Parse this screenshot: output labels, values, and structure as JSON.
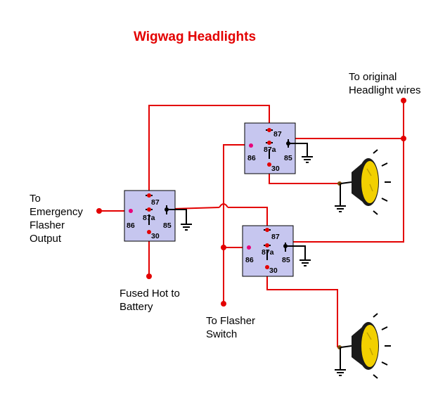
{
  "title": "Wigwag Headlights",
  "colors": {
    "title": "#e30000",
    "wire": "#e30000",
    "relay_fill": "#c6c6ef",
    "relay_border": "#000000",
    "lamp_lens": "#f2d000",
    "lamp_body": "#1a1a1a",
    "junction_pink": "#e8007a"
  },
  "labels": {
    "emergency": [
      "To",
      "Emergency",
      "Flasher",
      "Output"
    ],
    "fused": [
      "Fused Hot to",
      "Battery"
    ],
    "flasher_switch": [
      "To Flasher",
      "Switch"
    ],
    "original": [
      "To original",
      "Headlight wires"
    ]
  },
  "relay_pins": {
    "p87": "87",
    "p87a": "87a",
    "p86": "86",
    "p85": "85",
    "p30": "30"
  },
  "icons": [
    "ground-symbol-icon",
    "headlight-lamp-icon",
    "relay-icon"
  ]
}
